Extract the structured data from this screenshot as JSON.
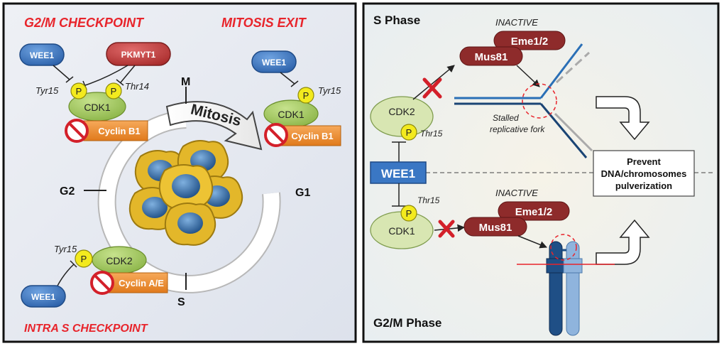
{
  "left_panel": {
    "headings": {
      "g2m_checkpoint": "G2/M CHECKPOINT",
      "mitosis_exit": "MITOSIS EXIT",
      "intra_s_checkpoint": "INTRA S CHECKPOINT"
    },
    "cycle_labels": {
      "m": "M",
      "g2": "G2",
      "g1": "G1",
      "s": "S",
      "mitosis": "Mitosis"
    },
    "g2m": {
      "wee1": "WEE1",
      "pkmyt1": "PKMYT1",
      "tyr15": "Tyr15",
      "thr14": "Thr14",
      "p1": "P",
      "p2": "P",
      "cdk": "CDK1",
      "cyclin": "Cyclin B1"
    },
    "mitosis_exit": {
      "wee1": "WEE1",
      "tyr15": "Tyr15",
      "p": "P",
      "cdk": "CDK1",
      "cyclin": "Cyclin B1"
    },
    "intra_s": {
      "wee1": "WEE1",
      "tyr15": "Tyr15",
      "p": "P",
      "cdk": "CDK2",
      "cyclin": "Cyclin A/E"
    }
  },
  "right_panel": {
    "s_phase": "S Phase",
    "g2m_phase": "G2/M Phase",
    "top": {
      "inactive": "INACTIVE",
      "eme": "Eme1/2",
      "mus": "Mus81",
      "cdk": "CDK2",
      "p": "P",
      "thr": "Thr15",
      "fork_line1": "Stalled",
      "fork_line2": "replicative fork"
    },
    "wee1": "WEE1",
    "bottom": {
      "inactive": "INACTIVE",
      "eme": "Eme1/2",
      "mus": "Mus81",
      "cdk": "CDK1",
      "p": "P",
      "thr": "Thr15"
    },
    "outcome": {
      "line1": "Prevent",
      "line2": "DNA/chromosomes",
      "line3": "pulverization"
    }
  },
  "colors": {
    "heading_red": "#e8242b",
    "wee1_blue": "#3a77c4",
    "pkmyt1_red": "#c0393b",
    "cdk_green": "#a6ca62",
    "cyclin_orange": "#ef8a2a",
    "phospho_yellow": "#f3ea1e",
    "mus81_red": "#8e2b2b",
    "cell_gold": "#e5b929",
    "nucleus_blue": "#3a74a8"
  }
}
